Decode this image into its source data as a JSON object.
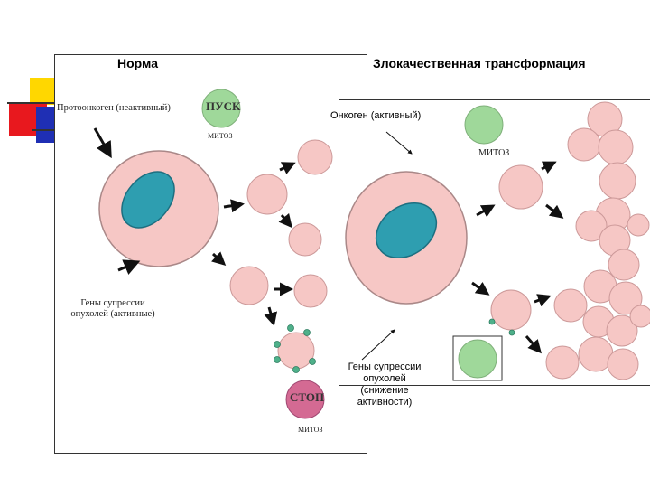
{
  "headings": {
    "normal": "Норма",
    "malignant": "Злокачественная трансформация"
  },
  "left_panel": {
    "proto_oncogene": "Протоонкоген (неактивный)",
    "start_signal": "ПУСК",
    "start_mitosis": "МИТОЗ",
    "tumor_suppressors": [
      "Гены супрессии",
      "опухолей (активные)"
    ],
    "stop_signal": "СТОП",
    "stop_mitosis": "МИТОЗ"
  },
  "right_panel": {
    "oncogene": "Онкоген (активный)",
    "mitosis": "МИТОЗ",
    "tumor_suppressors_reduced": [
      "Гены супрессии",
      "опухолей",
      "(снижение",
      "активности)"
    ]
  },
  "colors": {
    "cell_fill": "#f6c7c5",
    "cell_stroke": "#d9a3a3",
    "nucleus": "#2e9eb0",
    "go_signal": "#9fd89a",
    "stop_signal": "#d46a93",
    "dots": "#4fb08a",
    "decor_yellow": "#ffd700",
    "decor_red": "#e8181e",
    "decor_blue": "#1f2fb4"
  }
}
